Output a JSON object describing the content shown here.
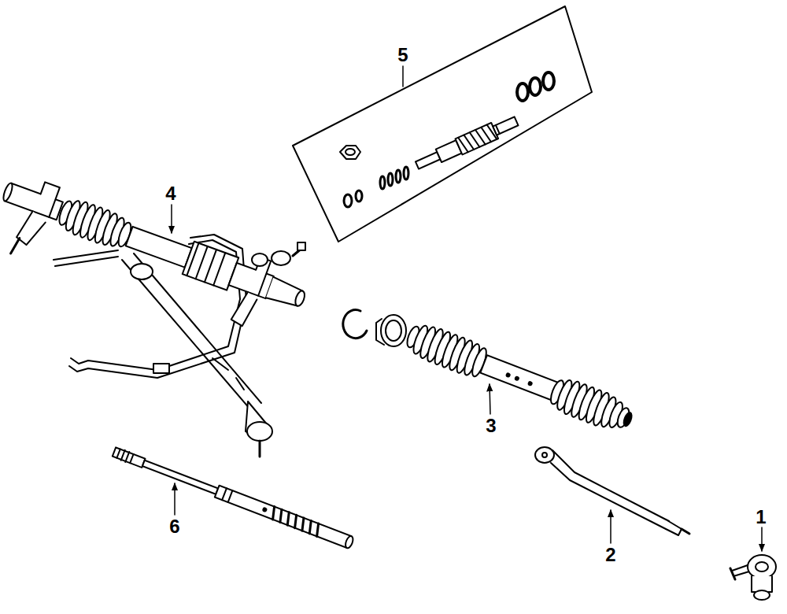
{
  "diagram": {
    "labels": [
      "5",
      "4",
      "3",
      "6",
      "2",
      "1"
    ]
  }
}
